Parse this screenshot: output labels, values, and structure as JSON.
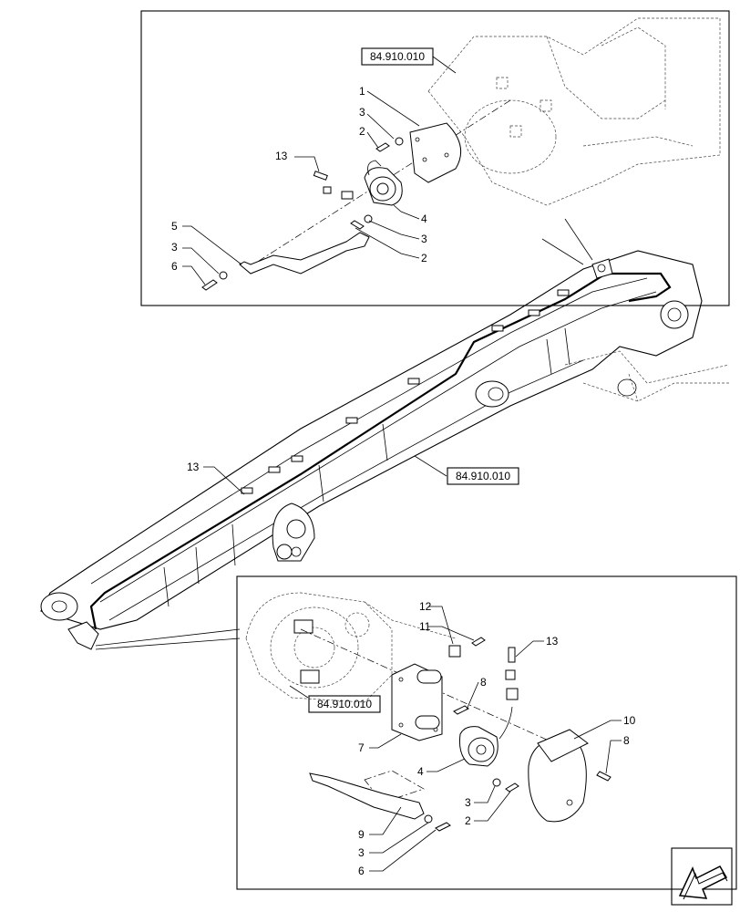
{
  "references": {
    "top": "84.910.010",
    "middle": "84.910.010",
    "bottom": "84.910.010"
  },
  "top_detail": {
    "callouts": [
      "1",
      "3",
      "2",
      "13",
      "4",
      "3",
      "2",
      "5",
      "3",
      "6"
    ]
  },
  "main_view": {
    "callouts": [
      "13"
    ]
  },
  "bottom_detail": {
    "callouts": [
      "12",
      "11",
      "13",
      "8",
      "7",
      "10",
      "8",
      "4",
      "3",
      "2",
      "9",
      "3",
      "6"
    ]
  },
  "nav_icon": "arrow-down-left-icon"
}
